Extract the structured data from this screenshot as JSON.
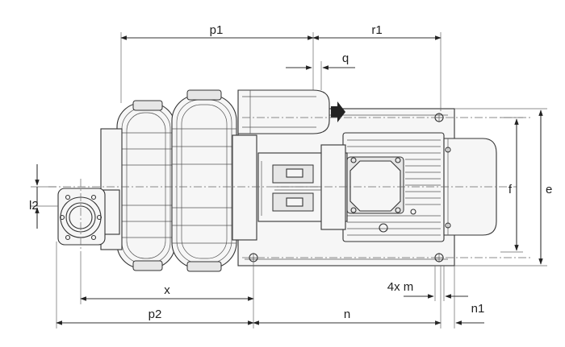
{
  "dimensions": {
    "p1": "p1",
    "r1": "r1",
    "q": "q",
    "l2": "l2",
    "x": "x",
    "p2": "p2",
    "n": "n",
    "n1": "n1",
    "m": "4x m",
    "f": "f",
    "e": "e"
  }
}
